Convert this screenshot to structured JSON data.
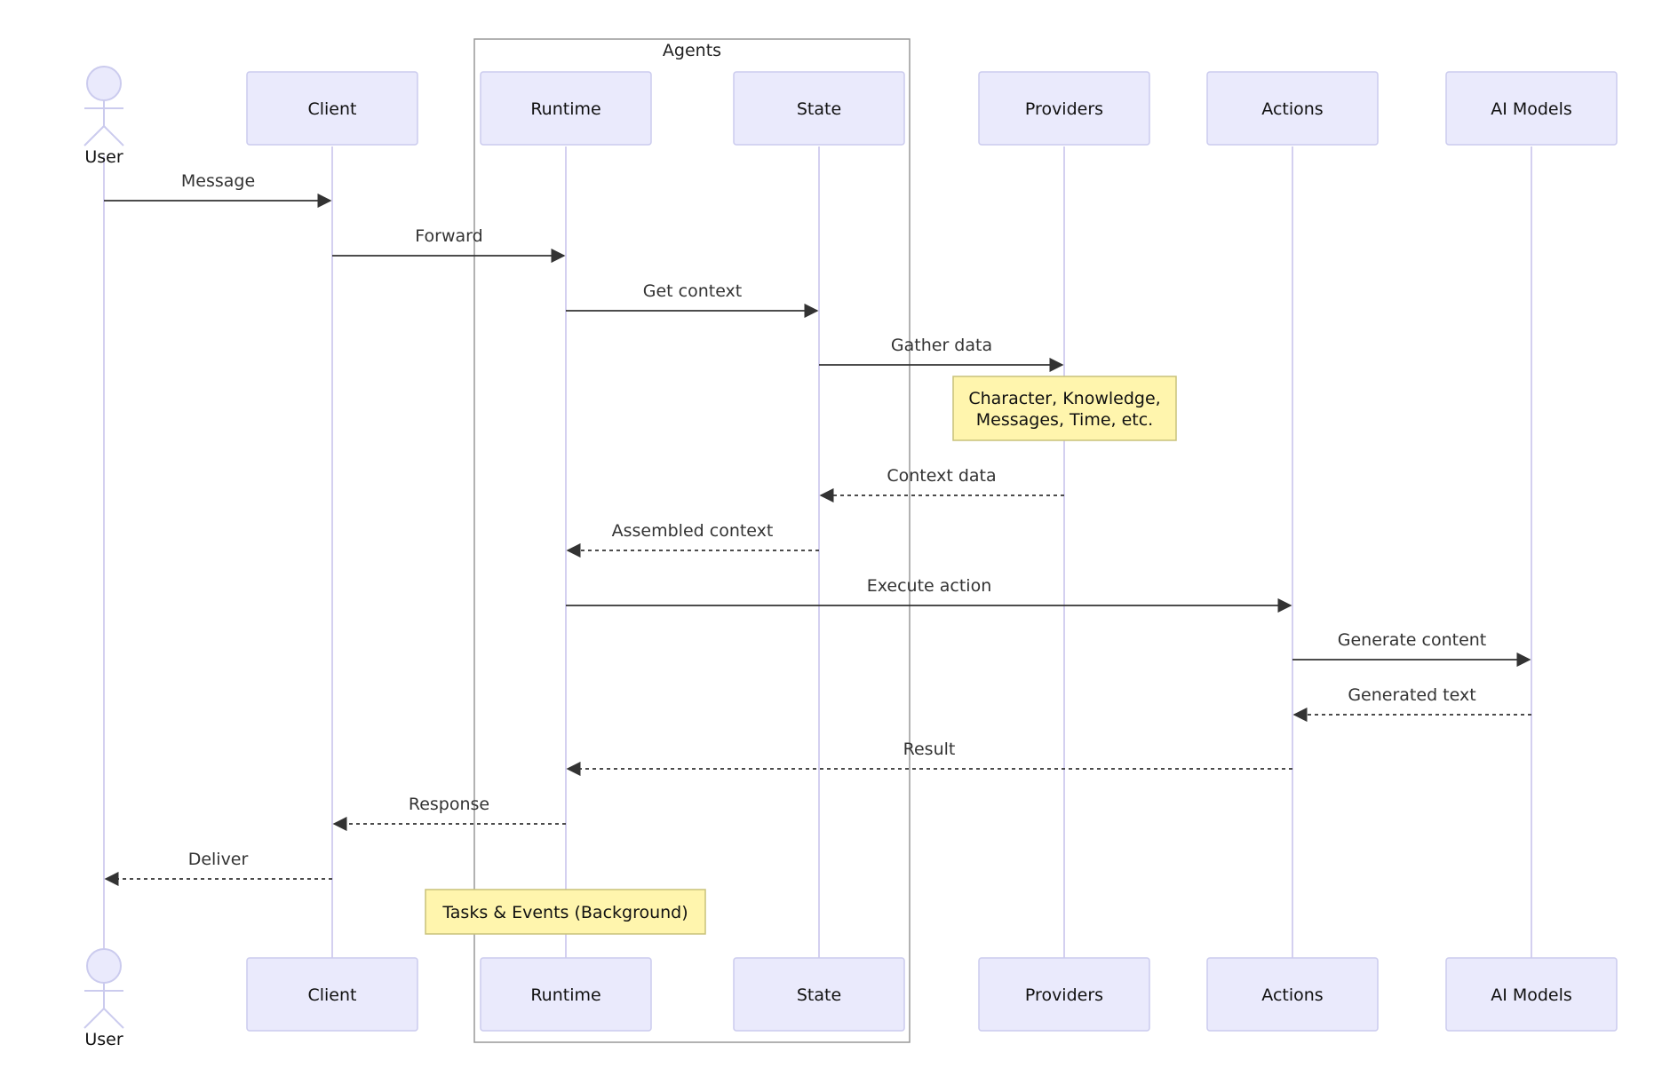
{
  "group": {
    "label": "Agents"
  },
  "participants": [
    {
      "id": "user",
      "label": "User",
      "kind": "actor"
    },
    {
      "id": "client",
      "label": "Client",
      "kind": "box"
    },
    {
      "id": "runtime",
      "label": "Runtime",
      "kind": "box"
    },
    {
      "id": "state",
      "label": "State",
      "kind": "box"
    },
    {
      "id": "providers",
      "label": "Providers",
      "kind": "box"
    },
    {
      "id": "actions",
      "label": "Actions",
      "kind": "box"
    },
    {
      "id": "ai",
      "label": "AI Models",
      "kind": "box"
    }
  ],
  "messages": [
    {
      "from": "user",
      "to": "client",
      "label": "Message",
      "style": "solid"
    },
    {
      "from": "client",
      "to": "runtime",
      "label": "Forward",
      "style": "solid"
    },
    {
      "from": "runtime",
      "to": "state",
      "label": "Get context",
      "style": "solid"
    },
    {
      "from": "state",
      "to": "providers",
      "label": "Gather data",
      "style": "solid"
    },
    {
      "from": "providers",
      "to": "state",
      "label": "Context data",
      "style": "dashed"
    },
    {
      "from": "state",
      "to": "runtime",
      "label": "Assembled context",
      "style": "dashed"
    },
    {
      "from": "runtime",
      "to": "actions",
      "label": "Execute action",
      "style": "solid"
    },
    {
      "from": "actions",
      "to": "ai",
      "label": "Generate content",
      "style": "solid"
    },
    {
      "from": "ai",
      "to": "actions",
      "label": "Generated text",
      "style": "dashed"
    },
    {
      "from": "actions",
      "to": "runtime",
      "label": "Result",
      "style": "dashed"
    },
    {
      "from": "runtime",
      "to": "client",
      "label": "Response",
      "style": "dashed"
    },
    {
      "from": "client",
      "to": "user",
      "label": "Deliver",
      "style": "dashed"
    }
  ],
  "notes": [
    {
      "over": "providers",
      "lines": [
        "Character, Knowledge,",
        "Messages, Time, etc."
      ]
    },
    {
      "over": "runtime",
      "lines": [
        "Tasks & Events (Background)"
      ]
    }
  ],
  "colors": {
    "box_fill": "#eaeafc",
    "box_stroke": "#cbcbee",
    "lifeline": "#d4d0f0",
    "arrow": "#333333",
    "note_fill": "#fff5ad",
    "note_stroke": "#c9c27a",
    "group_stroke": "#999999"
  }
}
